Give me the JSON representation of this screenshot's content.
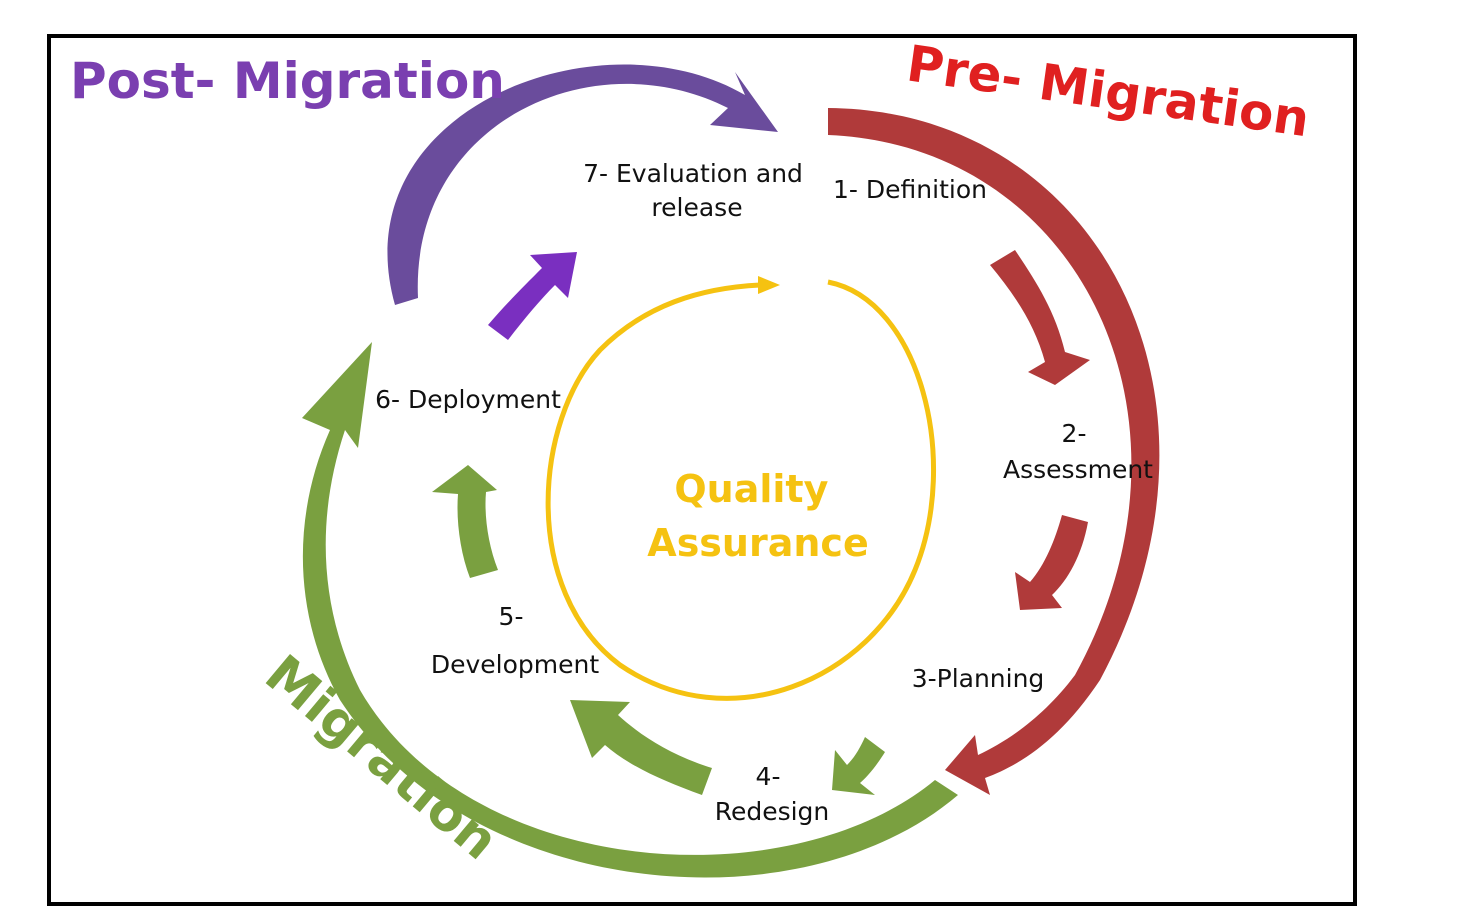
{
  "phases": {
    "post_migration": {
      "label": "Post- Migration",
      "color": "#7a3fb0"
    },
    "pre_migration": {
      "label": "Pre- Migration",
      "color": "#e02020"
    },
    "migration": {
      "label": "Migration",
      "color": "#7aa040"
    }
  },
  "steps": [
    {
      "lines": [
        "1- Definition"
      ]
    },
    {
      "lines": [
        "2-",
        "Assessment"
      ]
    },
    {
      "lines": [
        "3-Planning"
      ]
    },
    {
      "lines": [
        "4-",
        "Redesign"
      ]
    },
    {
      "lines": [
        "5-",
        "Development"
      ]
    },
    {
      "lines": [
        "6- Deployment"
      ]
    },
    {
      "lines": [
        "7- Evaluation and",
        "release"
      ]
    }
  ],
  "center": {
    "lines": [
      "Quality",
      "Assurance"
    ],
    "color": "#f5c211"
  },
  "colors": {
    "purple": "#6a4c9c",
    "purple_bright": "#7a2fc0",
    "red": "#b03a3a",
    "green": "#7aa040",
    "yellow": "#f5c211",
    "frame": "#000000"
  }
}
